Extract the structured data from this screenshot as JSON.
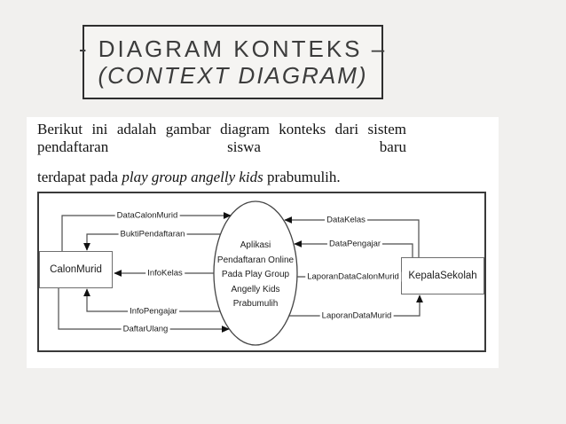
{
  "title": {
    "line1": "- DIAGRAM KONTEKS –",
    "line2": "(CONTEXT DIAGRAM)"
  },
  "paragraph": {
    "line1": "Berikut ini adalah gambar diagram konteks dari sistem pendaftaran siswa baru",
    "line2_prefix": "terdapat pada ",
    "line2_italic": "play group angelly kids",
    "line2_suffix": " prabumulih."
  },
  "diagram": {
    "external_entities": [
      {
        "id": "calon-murid",
        "label": "CalonMurid"
      },
      {
        "id": "kepala-sekolah",
        "label": "KepalaSekolah"
      }
    ],
    "process": {
      "lines": [
        "Aplikasi",
        "Pendaftaran Online",
        "Pada Play Group",
        "Angelly Kids",
        "Prabumulih"
      ]
    },
    "flows": [
      {
        "label": "DataCalonMurid",
        "from": "CalonMurid",
        "to": "process"
      },
      {
        "label": "BuktiPendaftaran",
        "from": "process",
        "to": "CalonMurid"
      },
      {
        "label": "InfoKelas",
        "from": "process",
        "to": "CalonMurid"
      },
      {
        "label": "InfoPengajar",
        "from": "process",
        "to": "CalonMurid"
      },
      {
        "label": "DaftarUlang",
        "from": "CalonMurid",
        "to": "process"
      },
      {
        "label": "DataKelas",
        "from": "KepalaSekolah",
        "to": "process"
      },
      {
        "label": "DataPengajar",
        "from": "KepalaSekolah",
        "to": "process"
      },
      {
        "label": "LaporanDataCalonMurid",
        "from": "process",
        "to": "KepalaSekolah"
      },
      {
        "label": "LaporanDataMurid",
        "from": "process",
        "to": "KepalaSekolah"
      }
    ]
  }
}
